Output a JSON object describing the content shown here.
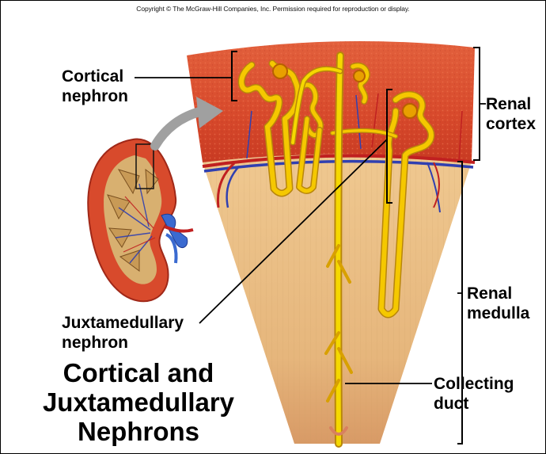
{
  "copyright": "Copyright © The McGraw-Hill Companies, Inc. Permission required for reproduction or display.",
  "labels": {
    "cortical_nephron": [
      "Cortical",
      "nephron"
    ],
    "renal_cortex": [
      "Renal",
      "cortex"
    ],
    "juxtamedullary_nephron": [
      "Juxtamedullary",
      "nephron"
    ],
    "renal_medulla": [
      "Renal",
      "medulla"
    ],
    "collecting_duct": [
      "Collecting",
      "duct"
    ]
  },
  "title": [
    "Cortical and",
    "Juxtamedullary",
    "Nephrons"
  ],
  "colors": {
    "cortex": "#d84a2c",
    "medulla": "#e8bd80",
    "tubule": "#f2c400",
    "vein": "#3040b0",
    "artery": "#c02020",
    "arrow": "#a0a0a0"
  }
}
